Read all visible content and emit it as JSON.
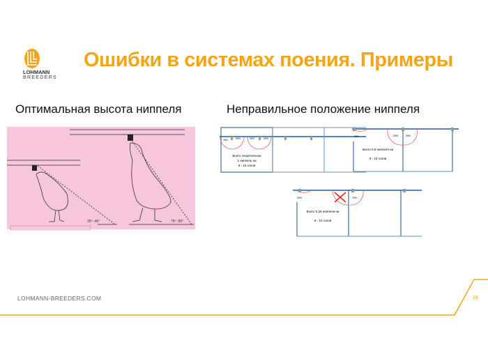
{
  "header": {
    "title": "Ошибки в системах поения. Примеры",
    "logo": {
      "line1": "LOHMANN",
      "line2": "BREEDERS"
    }
  },
  "left": {
    "subtitle": "Оптимальная высота ниппеля",
    "angle_chick": "35°- 45°",
    "angle_adult": "75°- 85°"
  },
  "right": {
    "subtitle": "Неправильное положение ниппеля",
    "diagram1": {
      "pcts": [
        "25%",
        "25%",
        "25%",
        "25%"
      ],
      "note": [
        "Всего теоретически",
        "1 ниппель на",
        "8 - 10 голов"
      ]
    },
    "diagram2": {
      "pcts": [
        "25%",
        "25%",
        "25%"
      ],
      "note": [
        "Всего 0,5 ниппеля на",
        "8 - 10 голов"
      ]
    },
    "diagram3": {
      "pcts": [
        "25%",
        "25%"
      ],
      "note": [
        "Всего 0,25 ниппеля на",
        "8 - 10 голов"
      ]
    }
  },
  "footer": {
    "site": "LOHMANN-BREEDERS.COM",
    "page": "24"
  },
  "colors": {
    "accent": "#f2a516",
    "pink": "#f7c6dc",
    "pipe": "#4f86c6",
    "arc": "#d9534f"
  }
}
